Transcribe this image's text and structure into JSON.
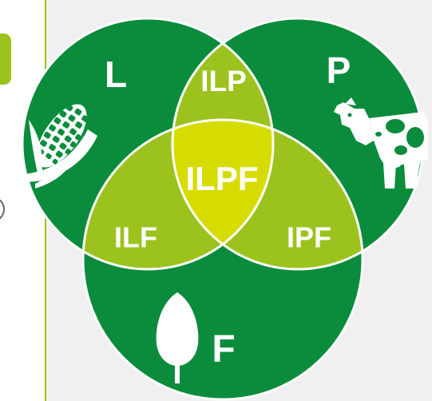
{
  "colors": {
    "dark_green": "#0a8c3c",
    "mid_green": "#9cc31d",
    "yellow_green": "#d7dc00",
    "outline": "#ffffff",
    "background": "#f0f0f0",
    "accent_bar": "#9cc31d"
  },
  "sets": {
    "livestock_crop": {
      "label": "L",
      "icon": "corn-icon"
    },
    "pasture": {
      "label": "P",
      "icon": "cow-icon"
    },
    "forest": {
      "label": "F",
      "icon": "tree-icon"
    }
  },
  "intersections": {
    "lp": "ILP",
    "lf": "ILF",
    "pf": "IPF",
    "lpf": "ILPF"
  }
}
